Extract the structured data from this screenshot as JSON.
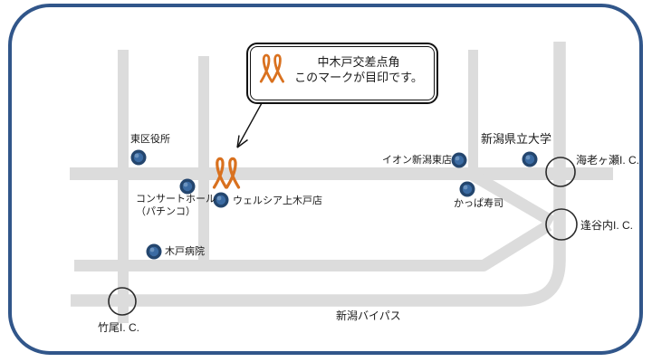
{
  "callout": {
    "line1": "中木戸交差点角",
    "line2": "このマークが目印です。"
  },
  "landmarks": {
    "higashi_ward": "東区役所",
    "concert_hall_line1": "コンサートホール",
    "concert_hall_line2": "（パチンコ）",
    "welcia": "ウェルシア上木戸店",
    "kido_hospital": "木戸病院",
    "aeon": "イオン新潟東店",
    "kappa_sushi": "かっぱ寿司",
    "university": "新潟県立大学"
  },
  "interchanges": {
    "takeo": "竹尾I. C.",
    "ebigase": "海老ヶ瀬I. C.",
    "ouyachi": "逢谷内I. C."
  },
  "roads": {
    "bypass_label": "新潟バイパス"
  },
  "colors": {
    "road": "#dcdcdc",
    "frame_border": "#31568a",
    "ribbon_mark": "#d9711f",
    "dot_outer": "#24466e",
    "dot_inner": "#3b6ba3",
    "circle_stroke": "#2b2b2b"
  }
}
